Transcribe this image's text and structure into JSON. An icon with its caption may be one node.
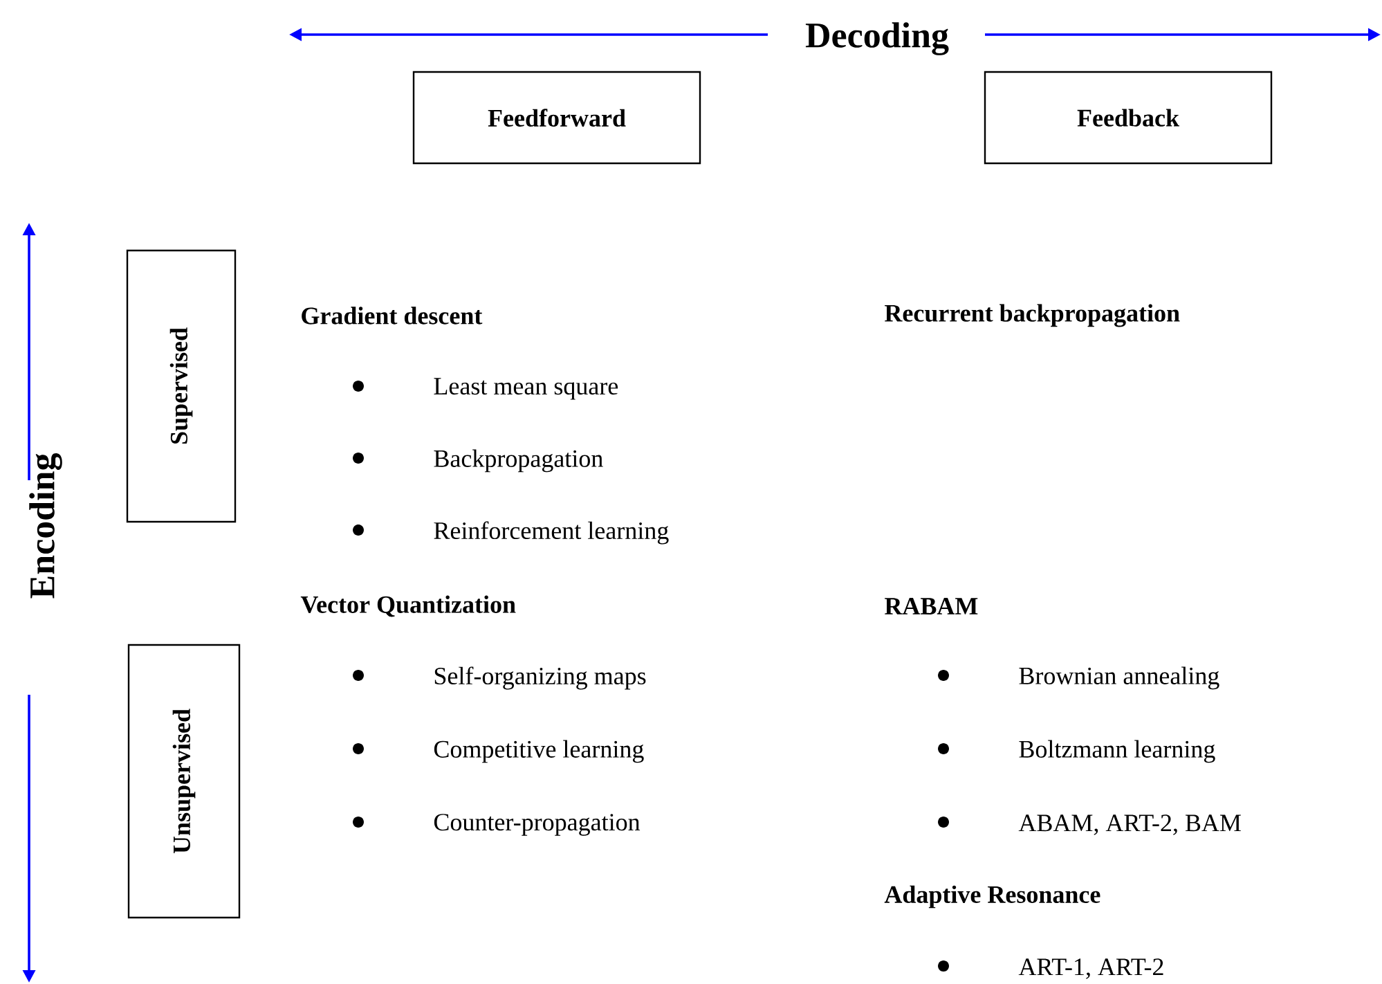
{
  "diagram": {
    "nodes": [
      {
        "text": [
          "Feedforward"
        ]
      },
      {
        "text": [
          "Feedback"
        ]
      },
      {
        "text": [
          "Supervised"
        ]
      },
      {
        "text": [
          "Unsupervised"
        ]
      }
    ],
    "labels": [
      "Decoding",
      "Encoding",
      "Gradient descent",
      "Recurrent backpropagation",
      "Least mean square",
      "Backpropagation",
      "Reinforcement learning",
      "Vector Quantization",
      "RABAM",
      "Self-organizing maps",
      "Brownian annealing",
      "Competitive learning",
      "Boltzmann learning",
      "Counter-propagation",
      "ABAM, ART-2, BAM",
      "Adaptive Resonance",
      "ART-1, ART-2"
    ]
  }
}
